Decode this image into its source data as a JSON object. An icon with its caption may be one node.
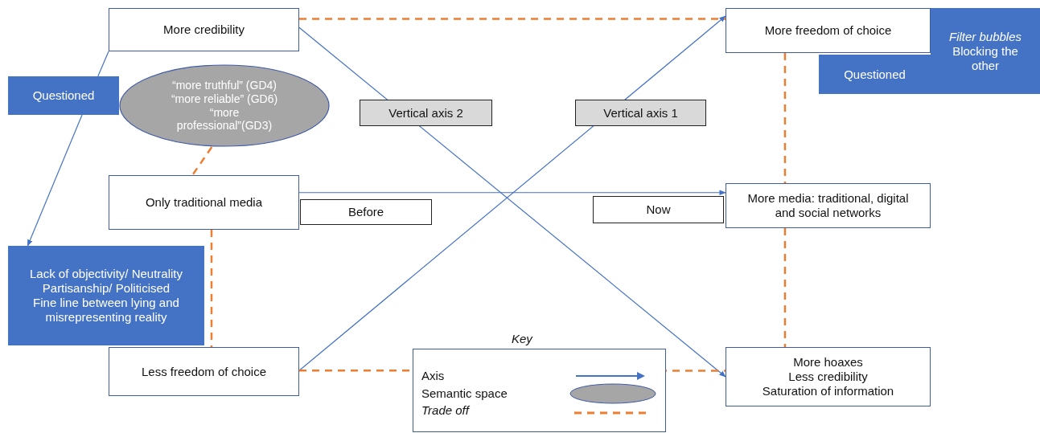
{
  "diagram": {
    "nodes": [
      {
        "text": [
          "More credibility"
        ]
      },
      {
        "text": [
          "“more truthful” (GD4)",
          "“more reliable” (GD6)",
          "“more professional”(GD3)"
        ]
      },
      {
        "text": [
          "More freedom of choice"
        ]
      },
      {
        "text": [
          "Filter bubbles",
          "Blocking the other"
        ]
      },
      {
        "text": [
          "Questioned"
        ]
      },
      {
        "text": [
          "Only traditional media"
        ]
      },
      {
        "text": [
          "Before"
        ]
      },
      {
        "text": [
          "Now"
        ]
      },
      {
        "text": [
          "More media: traditional, digital and social networks"
        ]
      },
      {
        "text": [
          "Lack of objectivity/ Neutrality",
          "Partisanship/ Politicised",
          "Fine line between lying and misrepresenting reality"
        ]
      },
      {
        "text": [
          "Less freedom of choice"
        ]
      },
      {
        "text": [
          "More hoaxes",
          "Less credibility",
          "Saturation of information"
        ]
      },
      {
        "text": [
          "Questioned"
        ]
      }
    ],
    "edges": [
      {
        "from": 10,
        "to": 2,
        "arrow": "to",
        "label": "Vertical axis 1",
        "color": "#4472c4"
      },
      {
        "from": 0,
        "to": 11,
        "arrow": "to",
        "label": "Vertical axis 2",
        "color": "#4472c4"
      },
      {
        "from": 5,
        "to": 8,
        "arrow": "to",
        "color": "#4472c4"
      },
      {
        "from": 0,
        "to": 12,
        "arrow": "none",
        "color": "#4472c4"
      },
      {
        "from": 0,
        "to": 2,
        "arrow": "none",
        "style": "dashed"
      },
      {
        "from": 1,
        "to": 5,
        "arrow": "none",
        "style": "dashed"
      },
      {
        "from": 5,
        "to": 10,
        "arrow": "none",
        "style": "dashed"
      },
      {
        "from": 2,
        "to": 8,
        "arrow": "none",
        "style": "dashed"
      },
      {
        "from": 8,
        "to": 11,
        "arrow": "none",
        "style": "dashed"
      },
      {
        "from": 10,
        "to": 11,
        "arrow": "none",
        "style": "dashed"
      },
      {
        "from": 12,
        "to": 9,
        "arrow": "to",
        "color": "#4472c4"
      }
    ],
    "labels": [
      "Key"
    ],
    "legend": [
      {
        "text": "Axis"
      },
      {
        "text": "Semantic space"
      },
      {
        "text": "Trade off"
      }
    ]
  }
}
